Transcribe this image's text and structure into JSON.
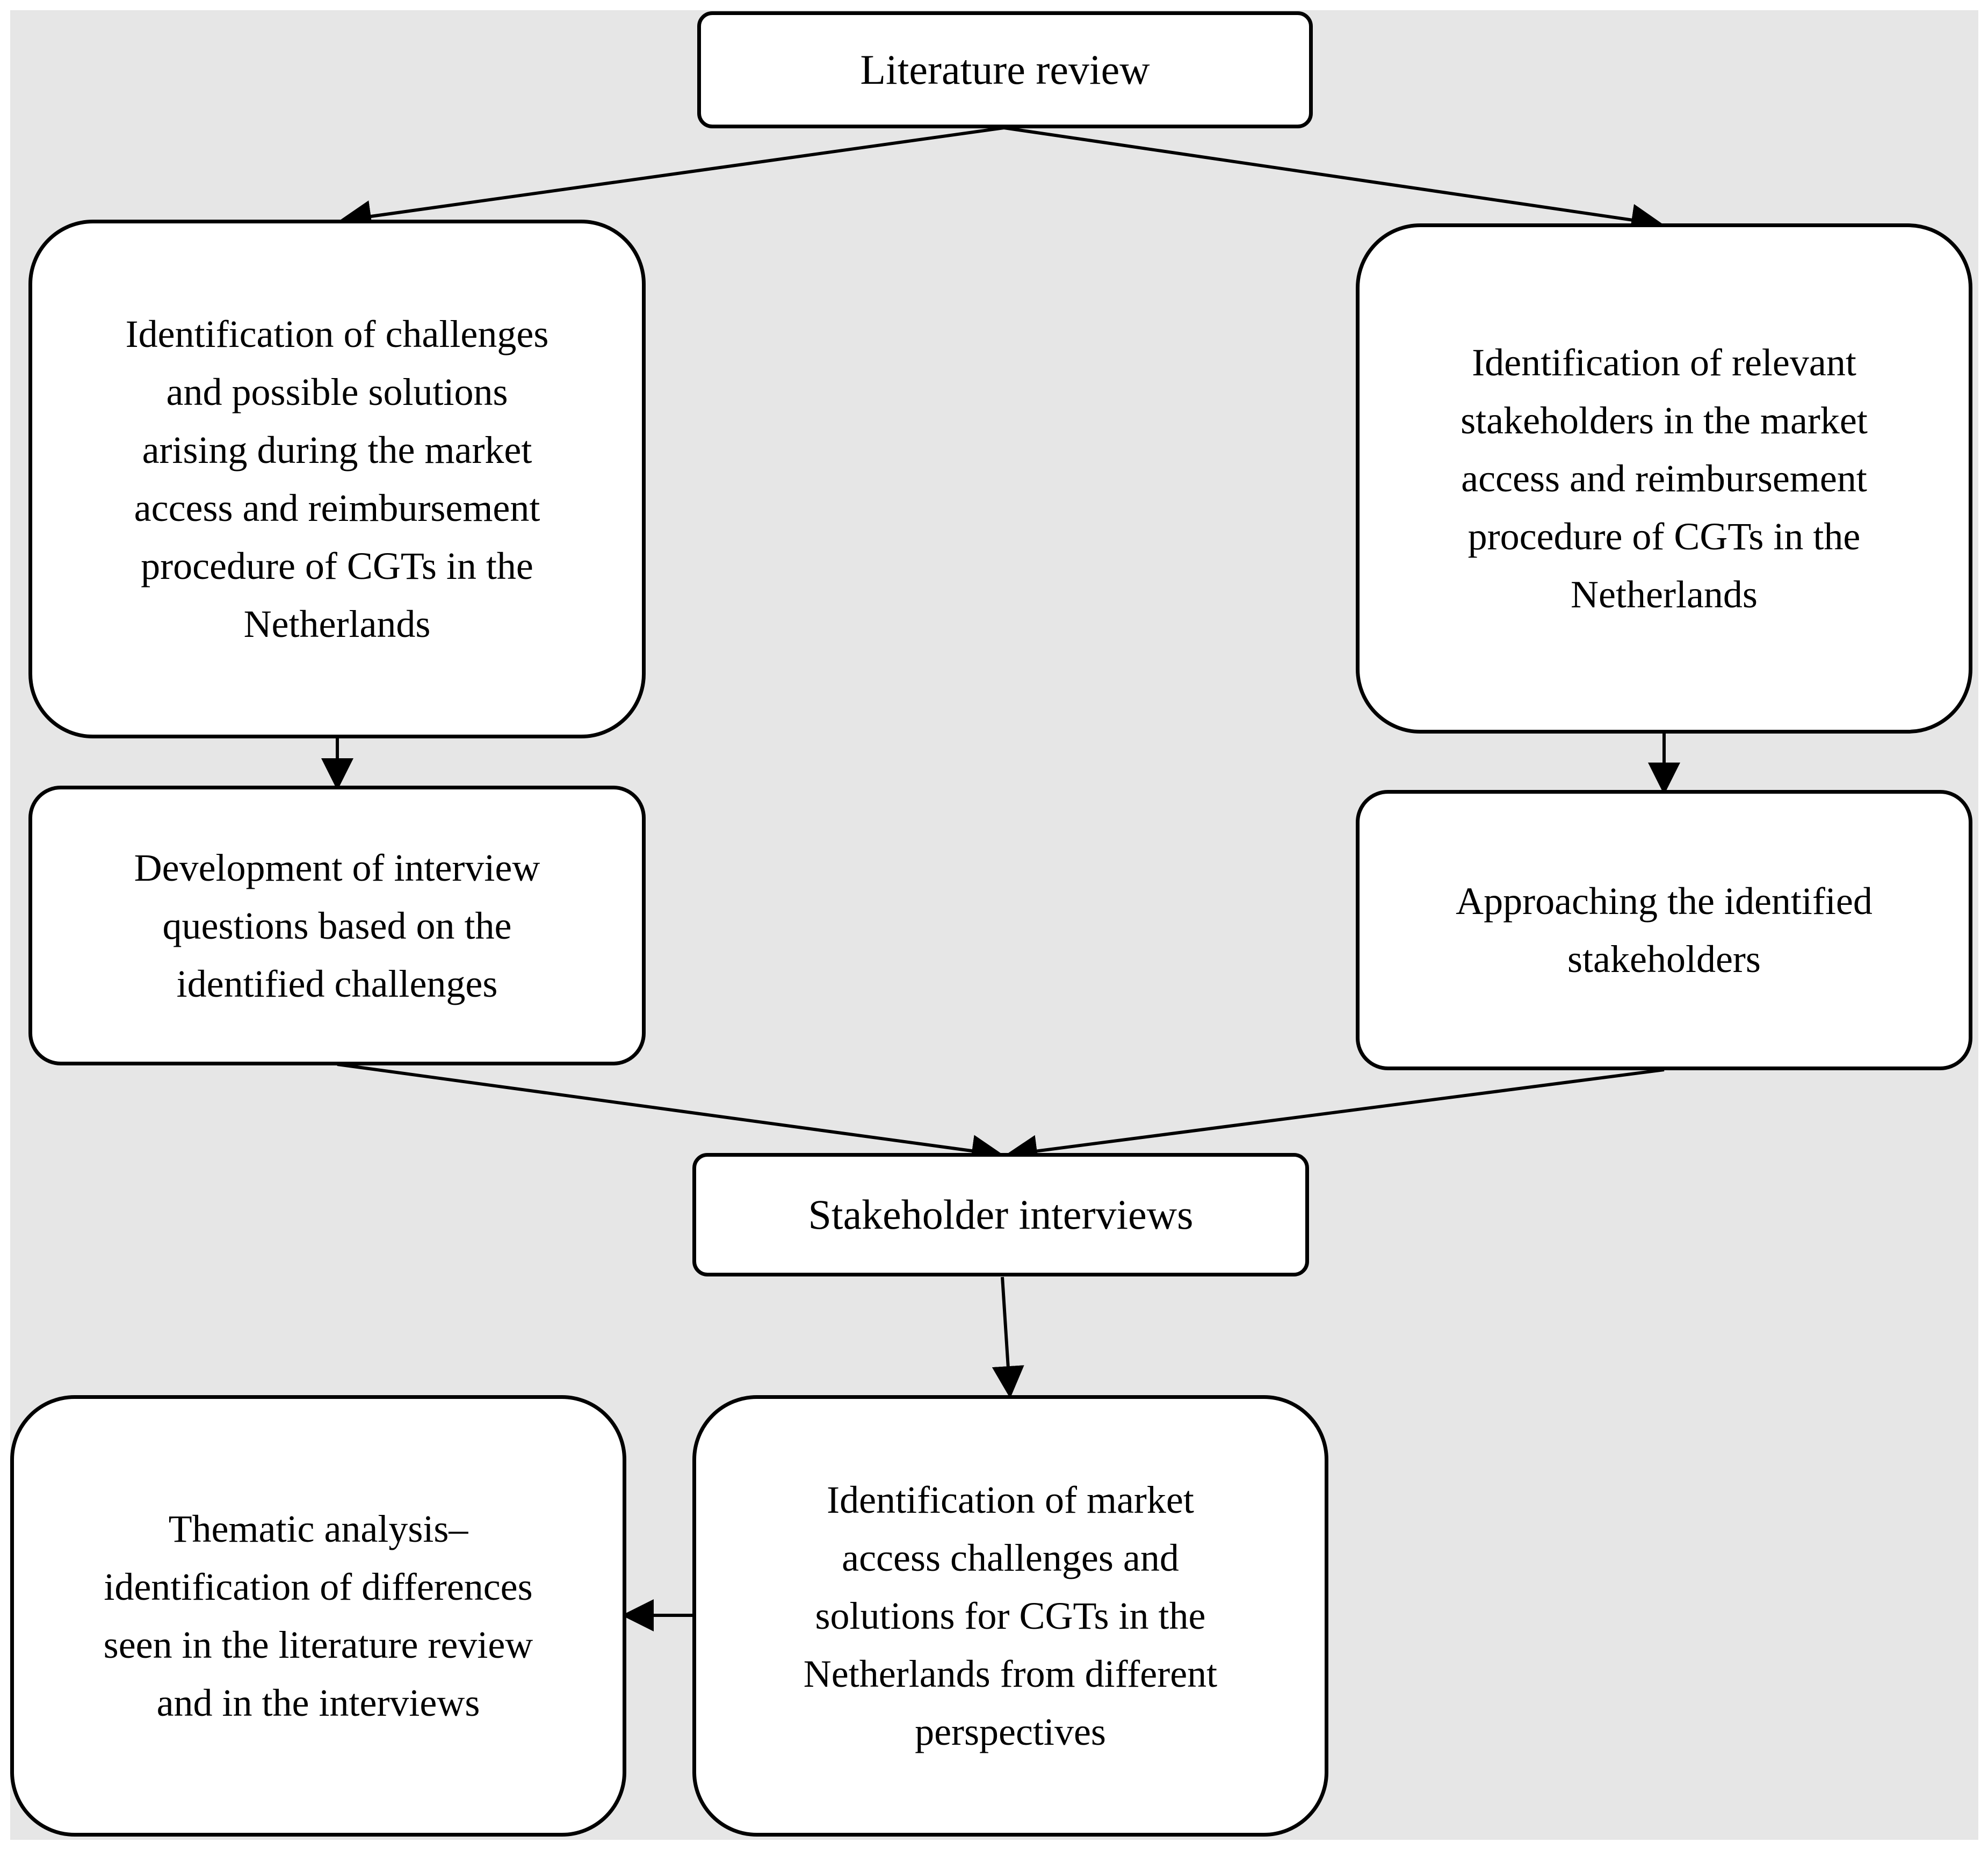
{
  "colors": {
    "background": "#e6e6e6",
    "box_fill": "#ffffff",
    "stroke": "#000000"
  },
  "nodes": {
    "literature_review": "Literature review",
    "challenges": "Identification of challenges\nand possible solutions\narising during the market\naccess and reimbursement\nprocedure of CGTs in the\nNetherlands",
    "stakeholders_identification": "Identification of relevant\nstakeholders in the market\naccess and reimbursement\nprocedure of CGTs in the\nNetherlands",
    "interview_questions": "Development of interview\nquestions based on the\nidentified challenges",
    "approaching_stakeholders": "Approaching the identified\nstakeholders",
    "stakeholder_interviews": "Stakeholder interviews",
    "market_access": "Identification of market\naccess challenges and\nsolutions for CGTs in the\nNetherlands from different\nperspectives",
    "thematic_analysis": "Thematic analysis–\nidentification of differences\nseen in the literature review\nand in the interviews"
  },
  "edges": [
    {
      "from": "literature_review",
      "to": "challenges"
    },
    {
      "from": "literature_review",
      "to": "stakeholders_identification"
    },
    {
      "from": "challenges",
      "to": "interview_questions"
    },
    {
      "from": "stakeholders_identification",
      "to": "approaching_stakeholders"
    },
    {
      "from": "interview_questions",
      "to": "stakeholder_interviews"
    },
    {
      "from": "approaching_stakeholders",
      "to": "stakeholder_interviews"
    },
    {
      "from": "stakeholder_interviews",
      "to": "market_access"
    },
    {
      "from": "market_access",
      "to": "thematic_analysis"
    }
  ]
}
